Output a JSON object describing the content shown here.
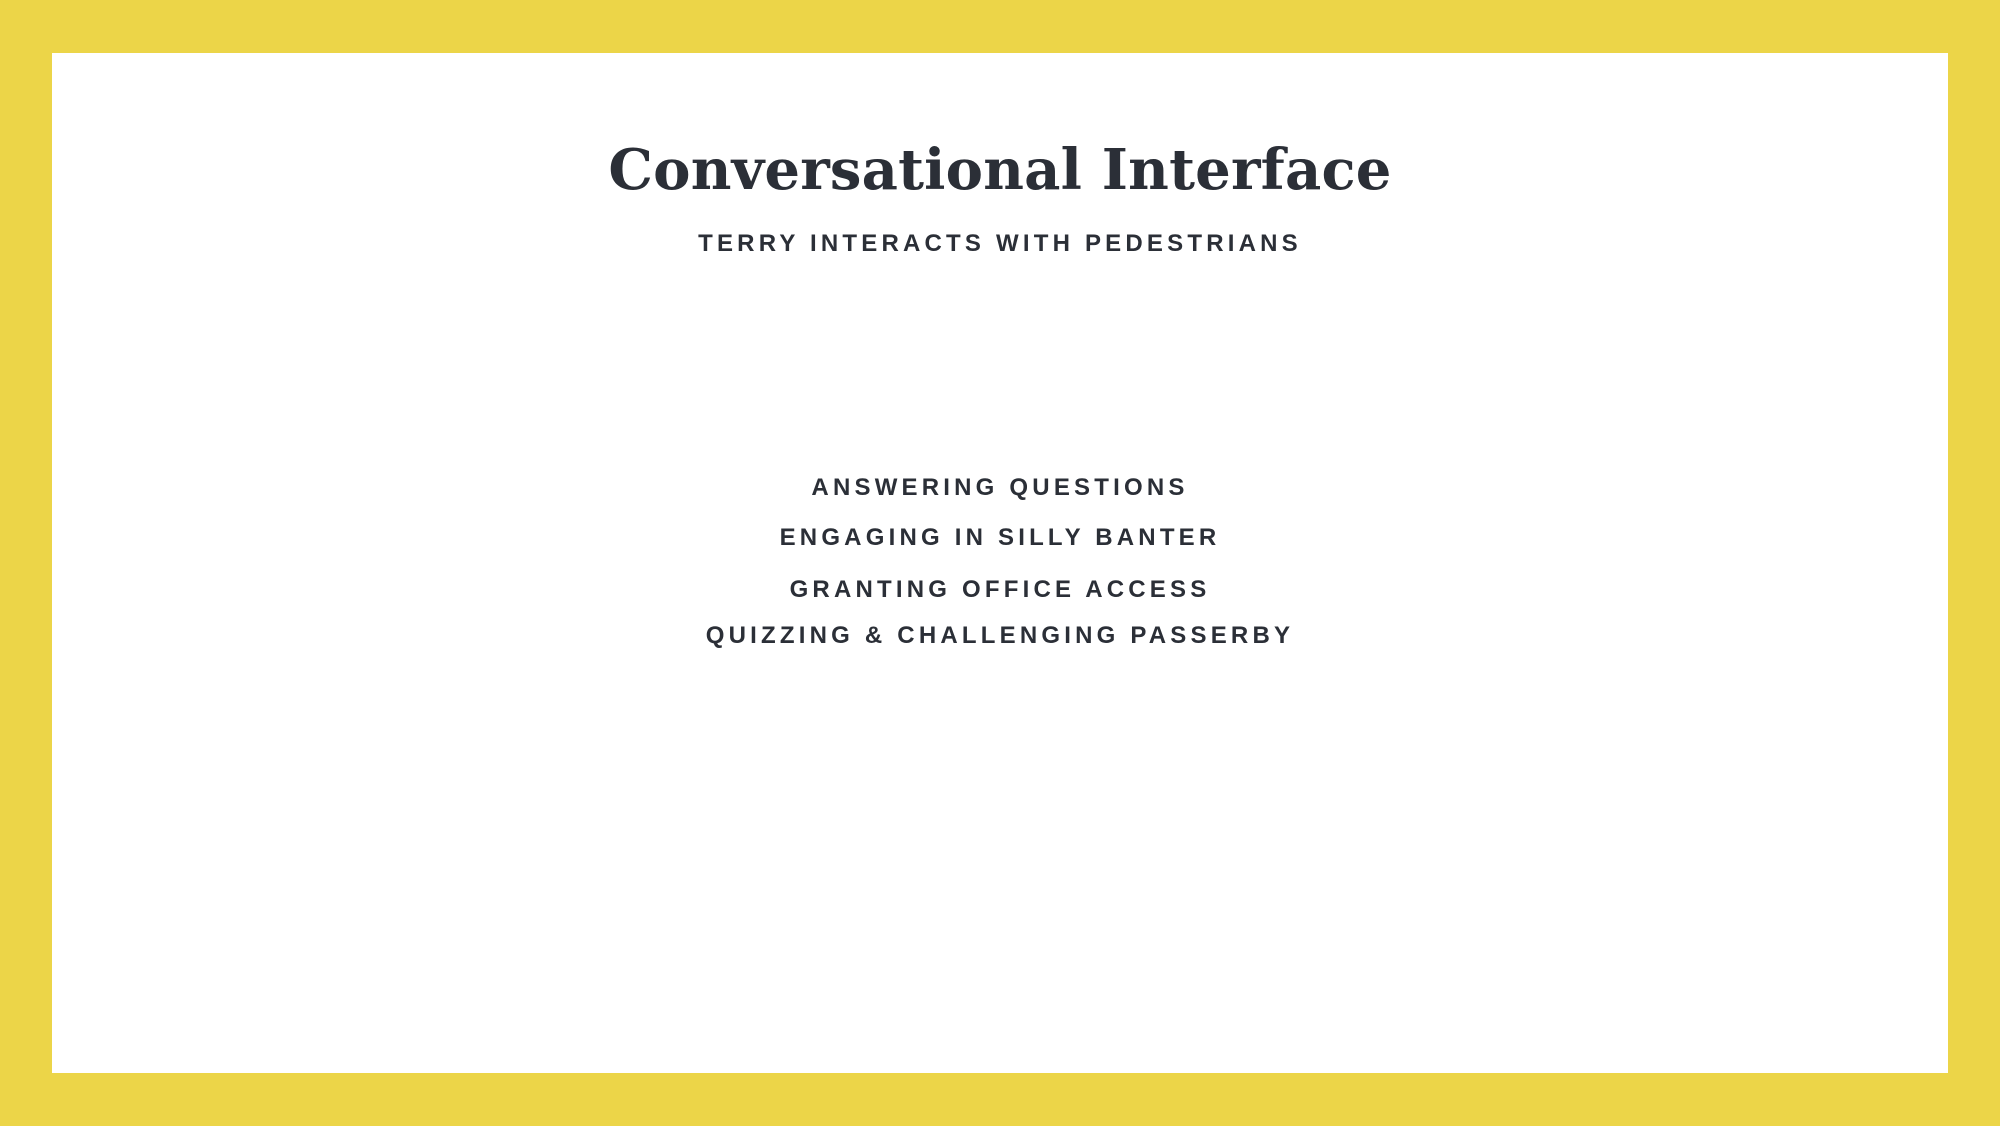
{
  "slide": {
    "title": "Conversational Interface",
    "subtitle": "TERRY INTERACTS WITH PEDESTRIANS",
    "items": [
      {
        "label": "ANSWERING QUESTIONS"
      },
      {
        "label": "ENGAGING IN SILLY BANTER"
      },
      {
        "label": "GRANTING OFFICE ACCESS"
      },
      {
        "label": "QUIZZING & CHALLENGING PASSERBY"
      }
    ]
  },
  "colors": {
    "frame": "#ECD548",
    "background": "#FFFFFF",
    "text": "#2B2F37"
  }
}
